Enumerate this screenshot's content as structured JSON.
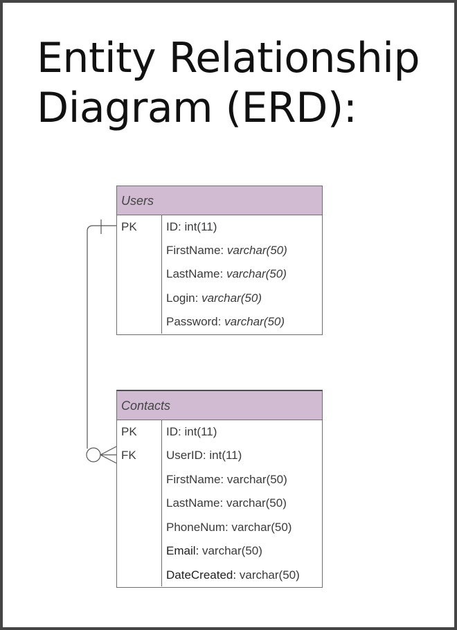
{
  "title": {
    "line1": "Entity Relationship",
    "line2": "Diagram (ERD):"
  },
  "entities": [
    {
      "name": "Users",
      "rows": [
        {
          "key": "PK",
          "field": "ID:",
          "type": "int(11)",
          "type_italic": false
        },
        {
          "key": "",
          "field": "FirstName:",
          "type": "varchar(50)",
          "type_italic": true
        },
        {
          "key": "",
          "field": "LastName:",
          "type": "varchar(50)",
          "type_italic": true
        },
        {
          "key": "",
          "field": "Login:",
          "type": "varchar(50)",
          "type_italic": true
        },
        {
          "key": "",
          "field": "Password:",
          "type": "varchar(50)",
          "type_italic": true
        }
      ]
    },
    {
      "name": "Contacts",
      "rows": [
        {
          "key": "PK",
          "field": "ID:",
          "type": "int(11)",
          "type_italic": false
        },
        {
          "key": "FK",
          "field": "UserID:",
          "type": "int(11)",
          "type_italic": false
        },
        {
          "key": "",
          "field": "FirstName:",
          "type": "varchar(50)",
          "type_italic": false
        },
        {
          "key": "",
          "field": "LastName:",
          "type": "varchar(50)",
          "type_italic": false
        },
        {
          "key": "",
          "field": "PhoneNum:",
          "type": "varchar(50)",
          "type_italic": false
        },
        {
          "key": "",
          "field": "Email:",
          "type": "varchar(50)",
          "type_italic": false
        },
        {
          "key": "",
          "field": "DateCreated:",
          "type": "varchar(50)",
          "type_italic": false
        }
      ]
    }
  ],
  "relationship": {
    "from": "Users.ID",
    "to": "Contacts.UserID",
    "from_cardinality": "one",
    "to_cardinality": "zero-or-many"
  },
  "colors": {
    "header_fill": "#d1bbd3",
    "border": "#6d6d6d",
    "frame": "#454545",
    "text": "#3a3a3a"
  }
}
